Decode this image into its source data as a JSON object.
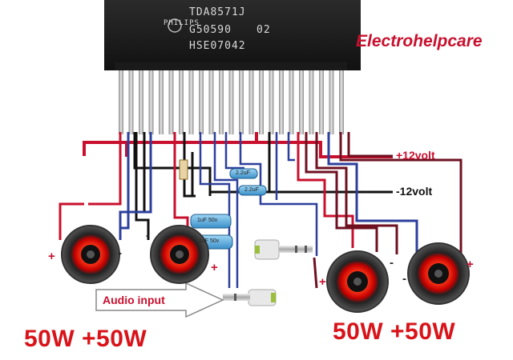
{
  "brand": "Electrohelpcare",
  "chip": {
    "logo": "PHILIPS",
    "part": "TDA8571J",
    "line2": "G50590",
    "suffix": "02",
    "line3": "HSE07042"
  },
  "rails": {
    "positive": "+12volt",
    "negative": "-12volt"
  },
  "caps": {
    "small_1": "2.2uF",
    "small_2": "2.2uF",
    "big_1": "1uF 50v",
    "big_2": "1uF 50v"
  },
  "signs": {
    "plus": "+",
    "minus": "-"
  },
  "audio_input": "Audio input",
  "power_left": "50W +50W",
  "power_right": "50W +50W",
  "colors": {
    "brand": "#c8102e",
    "positive_wire": "#c8102e",
    "negative_wire": "#111111",
    "signal_wire": "#2d3f9c",
    "output_wire": "#6e1020",
    "power_text": "#d8141a"
  },
  "icons": [
    "amplifier-chip-icon",
    "speaker-icon",
    "capacitor-icon",
    "audio-jack-icon",
    "arrow-icon"
  ]
}
